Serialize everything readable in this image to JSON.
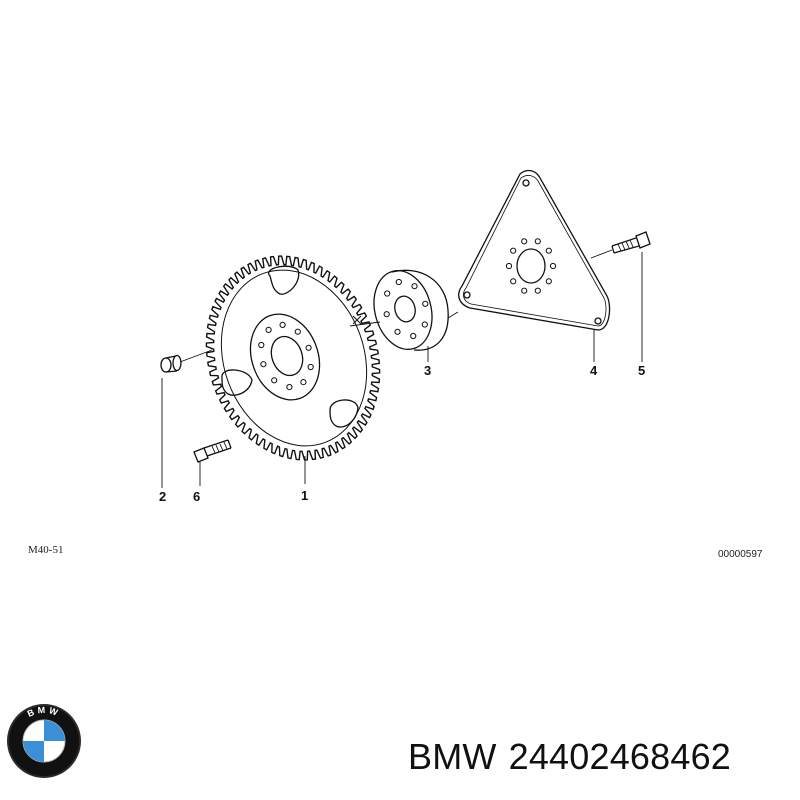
{
  "diagram": {
    "callouts": {
      "c1": "1",
      "c2": "2",
      "c3": "3",
      "c4": "4",
      "c5": "5",
      "c6": "6"
    },
    "code_left": "M40-51",
    "code_right": "00000597"
  },
  "footer": {
    "brand": "BMW",
    "part_number": "24402468462"
  },
  "logo": {
    "letters": "BMW",
    "colors": {
      "blue": "#3a8fd6",
      "white": "#ffffff",
      "ring": "#111111"
    }
  }
}
